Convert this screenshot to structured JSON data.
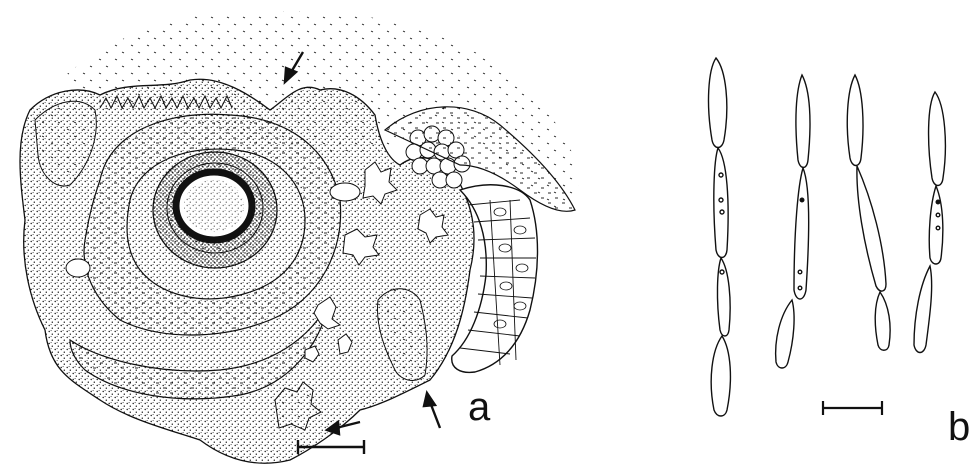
{
  "figure": {
    "panels": [
      {
        "label": "a",
        "subject": "section-drawing"
      },
      {
        "label": "b",
        "subject": "spore-chains"
      }
    ],
    "ink_color": "#111111",
    "paper_color": "#ffffff"
  }
}
